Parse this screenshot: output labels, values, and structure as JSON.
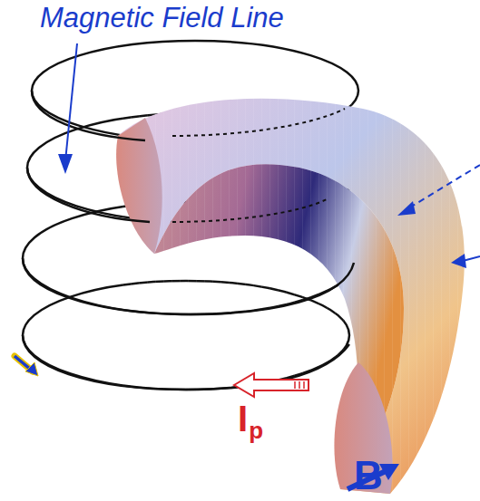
{
  "diagram": {
    "labels": [
      "Magnetic Field Line",
      "I",
      "p",
      "B"
    ]
  }
}
